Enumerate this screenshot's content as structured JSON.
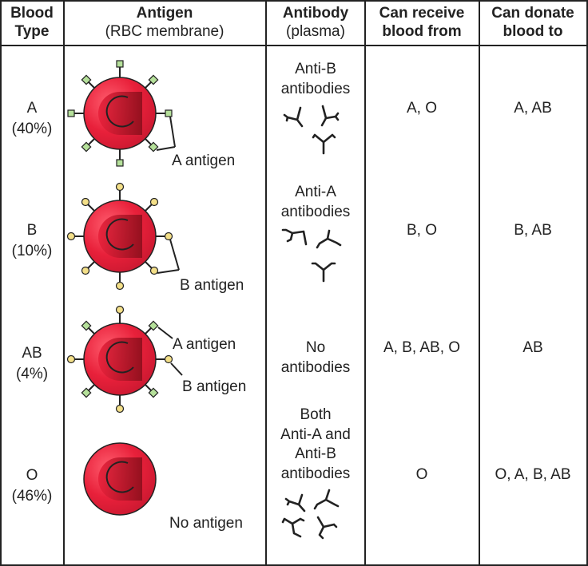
{
  "header": {
    "col1_line1": "Blood",
    "col1_line2": "Type",
    "col2_line1": "Antigen",
    "col2_line2": "(RBC membrane)",
    "col3_line1": "Antibody",
    "col3_line2": "(plasma)",
    "col4_line1": "Can receive",
    "col4_line2": "blood from",
    "col5_line1": "Can donate",
    "col5_line2": "blood to"
  },
  "rows": [
    {
      "type": "A",
      "percent": "(40%)",
      "antigen_labels": [
        "A antigen"
      ],
      "antibody_lines": [
        "Anti-B",
        "antibodies"
      ],
      "receive": "A, O",
      "donate": "A, AB"
    },
    {
      "type": "B",
      "percent": "(10%)",
      "antigen_labels": [
        "B antigen"
      ],
      "antibody_lines": [
        "Anti-A",
        "antibodies"
      ],
      "receive": "B, O",
      "donate": "B, AB"
    },
    {
      "type": "AB",
      "percent": "(4%)",
      "antigen_labels": [
        "A antigen",
        "B antigen"
      ],
      "antibody_lines": [
        "No",
        "antibodies"
      ],
      "receive": "A, B, AB, O",
      "donate": "AB"
    },
    {
      "type": "O",
      "percent": "(46%)",
      "antigen_labels": [
        "No antigen"
      ],
      "antibody_lines": [
        "Both",
        "Anti-A and",
        "Anti-B",
        "antibodies"
      ],
      "receive": "O",
      "donate": "O, A, B, AB"
    }
  ],
  "colors": {
    "cell_red": "#e8203a",
    "cell_dark": "#9a1422",
    "a_antigen": "#b5e09a",
    "b_antigen": "#f3df88",
    "grid": "#222222"
  },
  "icons": {
    "a_antigen_marker": "green-diamond-icon",
    "b_antigen_marker": "yellow-circle-icon",
    "antibody": "y-shaped-antibody-icon"
  }
}
